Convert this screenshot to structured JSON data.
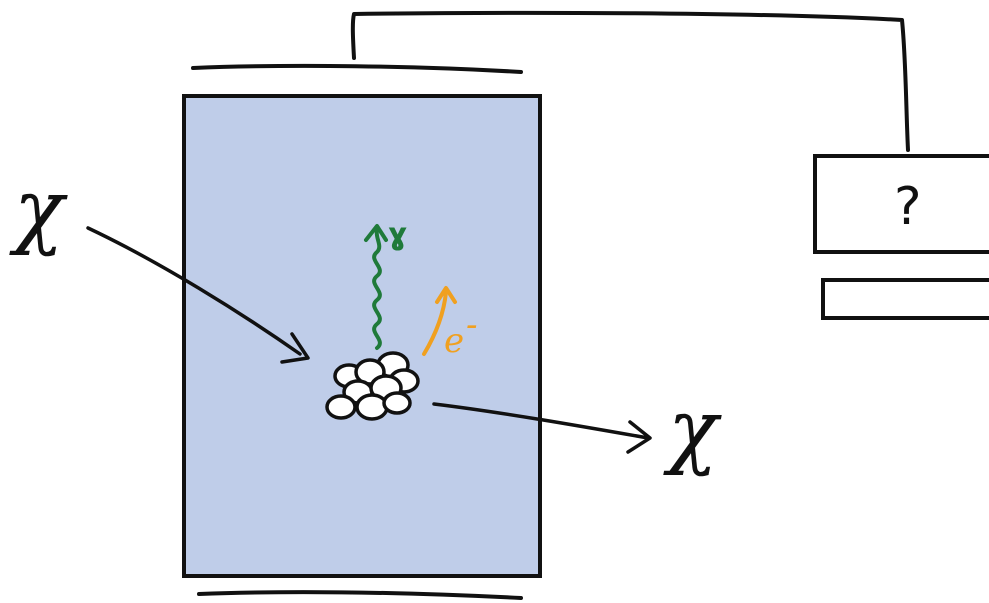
{
  "labels": {
    "incoming_particle": "χ",
    "outgoing_particle": "χ",
    "photon": "ɣ",
    "electron": "e",
    "electron_charge": "-",
    "readout": "?"
  },
  "colors": {
    "detector_fill": "#bfcde9",
    "ink": "#111111",
    "photon": "#1f7a3a",
    "electron": "#f0a020",
    "nucleus_fill": "#ffffff"
  },
  "icons": {
    "nucleus": "nucleus-cluster-icon",
    "photon": "wavy-arrow-icon",
    "electron": "curved-arrow-icon",
    "readout": "readout-box-icon"
  }
}
